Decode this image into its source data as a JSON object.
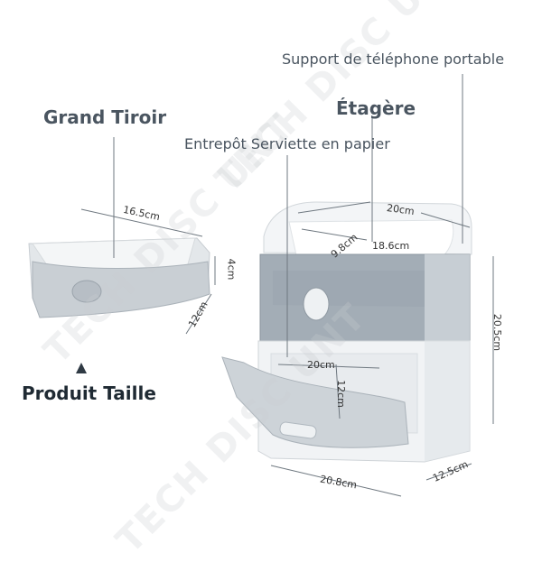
{
  "labels": {
    "phone_support": "Support de téléphone portable",
    "shelf": "Étagère",
    "towel_storage": "Entrepôt Serviette en papier",
    "big_drawer": "Grand Tiroir",
    "product_size": "Produit Taille"
  },
  "dimensions": {
    "drawer_width": "16.5cm",
    "drawer_height": "4cm",
    "drawer_depth": "12cm",
    "top_width": "20cm",
    "top_inner_depth": "9.8cm",
    "top_inner_width": "18.6cm",
    "inner_width": "20cm",
    "inner_height": "12cm",
    "total_height": "20.5cm",
    "total_depth": "12.5cm",
    "base_width": "20.8cm"
  },
  "watermark": "TECH DISC UNT",
  "colors": {
    "body_white": "#f1f3f5",
    "accent_gray": "#a3adb6",
    "line": "#8a9097"
  }
}
